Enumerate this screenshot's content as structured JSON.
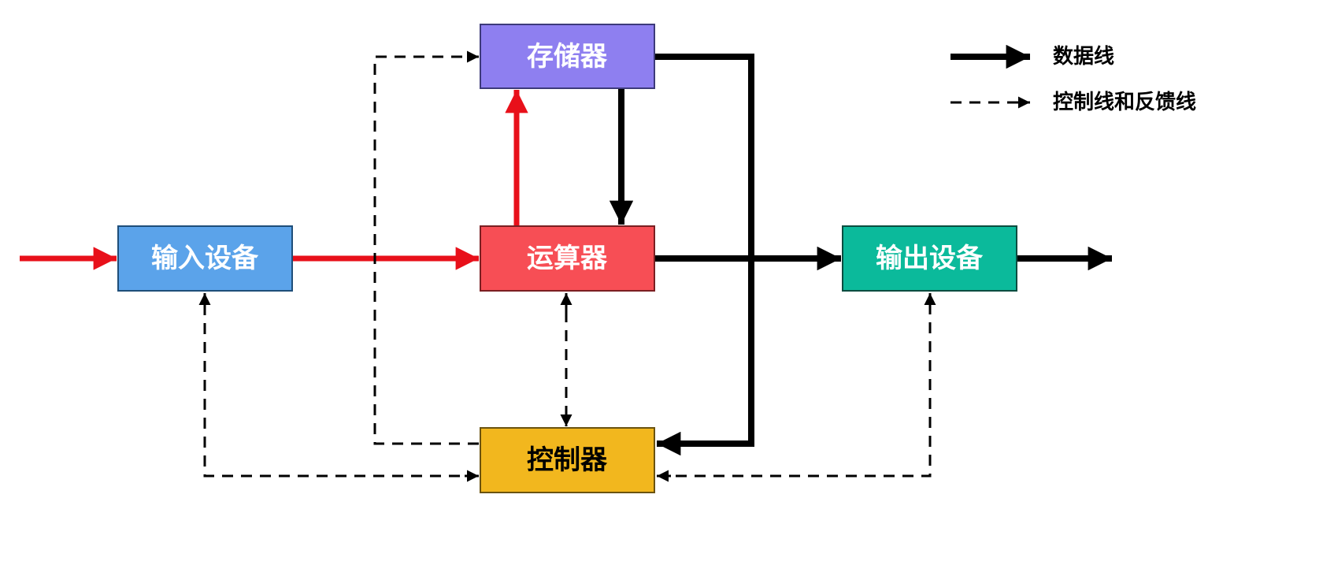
{
  "diagram": {
    "title": "",
    "nodes": {
      "memory": {
        "label": "存储器",
        "color": "#8E7FF0",
        "border": "#3D3A7A",
        "text_color": "#FFFFFF"
      },
      "input": {
        "label": "输入设备",
        "color": "#5BA3EA",
        "border": "#1F4E79",
        "text_color": "#FFFFFF"
      },
      "alu": {
        "label": "运算器",
        "color": "#F74E55",
        "border": "#7A1F22",
        "text_color": "#FFFFFF"
      },
      "output": {
        "label": "输出设备",
        "color": "#0BBA9B",
        "border": "#0B4D40",
        "text_color": "#FFFFFF"
      },
      "controller": {
        "label": "控制器",
        "color": "#F2B71E",
        "border": "#6B5310",
        "text_color": "#000000"
      }
    },
    "edges": [
      {
        "from": "external",
        "to": "input",
        "type": "data",
        "color": "#E8101A"
      },
      {
        "from": "input",
        "to": "alu",
        "type": "data",
        "color": "#E8101A"
      },
      {
        "from": "alu",
        "to": "memory",
        "type": "data",
        "color": "#E8101A"
      },
      {
        "from": "memory",
        "to": "alu",
        "type": "data",
        "color": "#000000"
      },
      {
        "from": "alu",
        "to": "output",
        "type": "data",
        "color": "#000000"
      },
      {
        "from": "output",
        "to": "external",
        "type": "data",
        "color": "#000000"
      },
      {
        "from": "memory",
        "to": "controller",
        "type": "data",
        "color": "#000000"
      },
      {
        "from": "controller",
        "to": "memory",
        "type": "control",
        "color": "#000000"
      },
      {
        "from": "controller",
        "to": "input",
        "type": "control",
        "color": "#000000"
      },
      {
        "from": "controller",
        "to": "alu",
        "type": "control",
        "color": "#000000"
      },
      {
        "from": "controller",
        "to": "output",
        "type": "control",
        "color": "#000000"
      },
      {
        "from": "input",
        "to": "controller",
        "type": "feedback",
        "color": "#000000"
      },
      {
        "from": "alu",
        "to": "controller",
        "type": "feedback",
        "color": "#000000"
      },
      {
        "from": "output",
        "to": "controller",
        "type": "feedback",
        "color": "#000000"
      },
      {
        "from": "memory",
        "to": "controller",
        "type": "feedback",
        "color": "#000000"
      }
    ],
    "legend": {
      "data_line": "数据线",
      "control_line": "控制线和反馈线"
    },
    "colors": {
      "data_in": "#E8101A",
      "data": "#000000",
      "control": "#000000"
    }
  }
}
